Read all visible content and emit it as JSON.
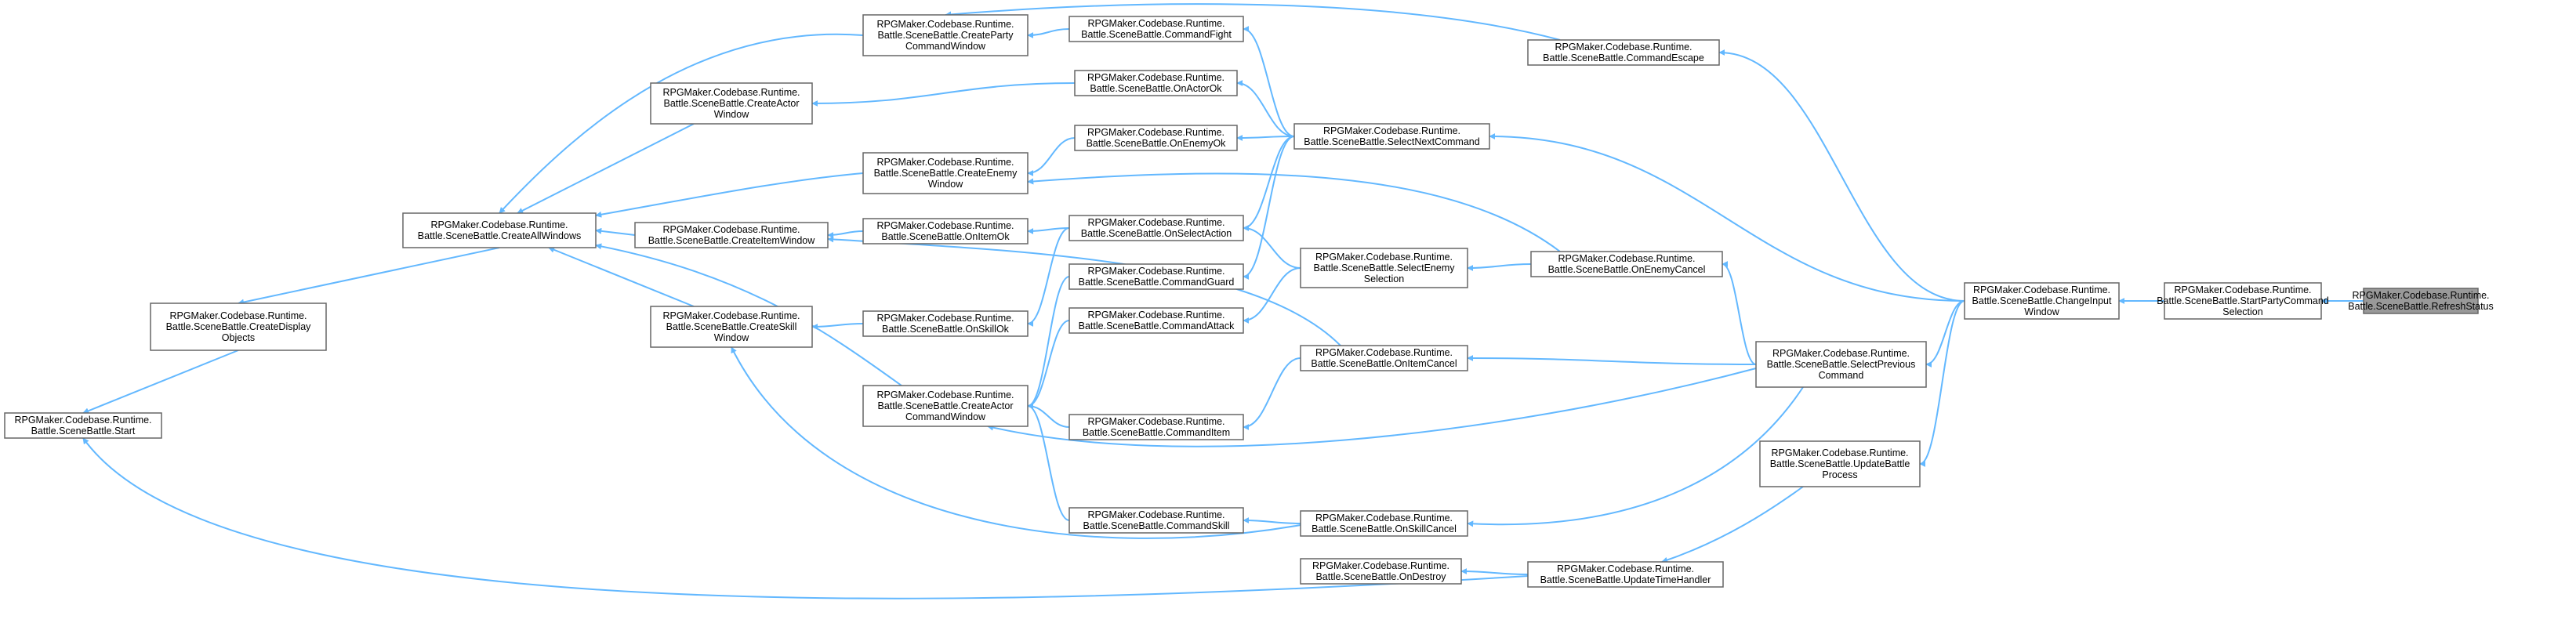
{
  "diagram": {
    "type": "call-graph",
    "colors": {
      "edge": "#63b8ff",
      "node_border": "#666666",
      "root_fill": "#999999",
      "background": "#ffffff"
    },
    "nodes": [
      {
        "id": "refreshStatus",
        "lines": [
          "RPGMaker.Codebase.Runtime.",
          "Battle.SceneBattle.RefreshStatus"
        ],
        "root": true
      },
      {
        "id": "startPartyCommandSelection",
        "lines": [
          "RPGMaker.Codebase.Runtime.",
          "Battle.SceneBattle.StartPartyCommand",
          "Selection"
        ]
      },
      {
        "id": "changeInputWindow",
        "lines": [
          "RPGMaker.Codebase.Runtime.",
          "Battle.SceneBattle.ChangeInput",
          "Window"
        ]
      },
      {
        "id": "commandEscape",
        "lines": [
          "RPGMaker.Codebase.Runtime.",
          "Battle.SceneBattle.CommandEscape"
        ]
      },
      {
        "id": "selectNextCommand",
        "lines": [
          "RPGMaker.Codebase.Runtime.",
          "Battle.SceneBattle.SelectNextCommand"
        ]
      },
      {
        "id": "selectPreviousCommand",
        "lines": [
          "RPGMaker.Codebase.Runtime.",
          "Battle.SceneBattle.SelectPrevious",
          "Command"
        ]
      },
      {
        "id": "updateBattleProcess",
        "lines": [
          "RPGMaker.Codebase.Runtime.",
          "Battle.SceneBattle.UpdateBattle",
          "Process"
        ]
      },
      {
        "id": "onEnemyCancel",
        "lines": [
          "RPGMaker.Codebase.Runtime.",
          "Battle.SceneBattle.OnEnemyCancel"
        ]
      },
      {
        "id": "updateTimeHandler",
        "lines": [
          "RPGMaker.Codebase.Runtime.",
          "Battle.SceneBattle.UpdateTimeHandler"
        ]
      },
      {
        "id": "selectEnemySelection",
        "lines": [
          "RPGMaker.Codebase.Runtime.",
          "Battle.SceneBattle.SelectEnemy",
          "Selection"
        ]
      },
      {
        "id": "onItemCancel",
        "lines": [
          "RPGMaker.Codebase.Runtime.",
          "Battle.SceneBattle.OnItemCancel"
        ]
      },
      {
        "id": "onSkillCancel",
        "lines": [
          "RPGMaker.Codebase.Runtime.",
          "Battle.SceneBattle.OnSkillCancel"
        ]
      },
      {
        "id": "onDestroy",
        "lines": [
          "RPGMaker.Codebase.Runtime.",
          "Battle.SceneBattle.OnDestroy"
        ]
      },
      {
        "id": "commandFight",
        "lines": [
          "RPGMaker.Codebase.Runtime.",
          "Battle.SceneBattle.CommandFight"
        ]
      },
      {
        "id": "onActorOk",
        "lines": [
          "RPGMaker.Codebase.Runtime.",
          "Battle.SceneBattle.OnActorOk"
        ]
      },
      {
        "id": "onEnemyOk",
        "lines": [
          "RPGMaker.Codebase.Runtime.",
          "Battle.SceneBattle.OnEnemyOk"
        ]
      },
      {
        "id": "onSelectAction",
        "lines": [
          "RPGMaker.Codebase.Runtime.",
          "Battle.SceneBattle.OnSelectAction"
        ]
      },
      {
        "id": "commandGuard",
        "lines": [
          "RPGMaker.Codebase.Runtime.",
          "Battle.SceneBattle.CommandGuard"
        ]
      },
      {
        "id": "commandAttack",
        "lines": [
          "RPGMaker.Codebase.Runtime.",
          "Battle.SceneBattle.CommandAttack"
        ]
      },
      {
        "id": "commandItem",
        "lines": [
          "RPGMaker.Codebase.Runtime.",
          "Battle.SceneBattle.CommandItem"
        ]
      },
      {
        "id": "commandSkill",
        "lines": [
          "RPGMaker.Codebase.Runtime.",
          "Battle.SceneBattle.CommandSkill"
        ]
      },
      {
        "id": "createPartyCommandWindow",
        "lines": [
          "RPGMaker.Codebase.Runtime.",
          "Battle.SceneBattle.CreateParty",
          "CommandWindow"
        ]
      },
      {
        "id": "createEnemyWindow",
        "lines": [
          "RPGMaker.Codebase.Runtime.",
          "Battle.SceneBattle.CreateEnemy",
          "Window"
        ]
      },
      {
        "id": "onItemOk",
        "lines": [
          "RPGMaker.Codebase.Runtime.",
          "Battle.SceneBattle.OnItemOk"
        ]
      },
      {
        "id": "onSkillOk",
        "lines": [
          "RPGMaker.Codebase.Runtime.",
          "Battle.SceneBattle.OnSkillOk"
        ]
      },
      {
        "id": "createActorCommandWindow",
        "lines": [
          "RPGMaker.Codebase.Runtime.",
          "Battle.SceneBattle.CreateActor",
          "CommandWindow"
        ]
      },
      {
        "id": "createActorWindow",
        "lines": [
          "RPGMaker.Codebase.Runtime.",
          "Battle.SceneBattle.CreateActor",
          "Window"
        ]
      },
      {
        "id": "createItemWindow",
        "lines": [
          "RPGMaker.Codebase.Runtime.",
          "Battle.SceneBattle.CreateItemWindow"
        ]
      },
      {
        "id": "createSkillWindow",
        "lines": [
          "RPGMaker.Codebase.Runtime.",
          "Battle.SceneBattle.CreateSkill",
          "Window"
        ]
      },
      {
        "id": "createAllWindows",
        "lines": [
          "RPGMaker.Codebase.Runtime.",
          "Battle.SceneBattle.CreateAllWindows"
        ]
      },
      {
        "id": "createDisplayObjects",
        "lines": [
          "RPGMaker.Codebase.Runtime.",
          "Battle.SceneBattle.CreateDisplay",
          "Objects"
        ]
      },
      {
        "id": "start",
        "lines": [
          "RPGMaker.Codebase.Runtime.",
          "Battle.SceneBattle.Start"
        ]
      }
    ],
    "edges": [
      {
        "from": "startPartyCommandSelection",
        "to": "refreshStatus"
      },
      {
        "from": "changeInputWindow",
        "to": "startPartyCommandSelection"
      },
      {
        "from": "commandEscape",
        "to": "changeInputWindow"
      },
      {
        "from": "selectNextCommand",
        "to": "changeInputWindow"
      },
      {
        "from": "selectPreviousCommand",
        "to": "changeInputWindow"
      },
      {
        "from": "updateBattleProcess",
        "to": "changeInputWindow"
      },
      {
        "from": "createPartyCommandWindow",
        "to": "commandEscape"
      },
      {
        "from": "commandFight",
        "to": "selectNextCommand"
      },
      {
        "from": "onActorOk",
        "to": "selectNextCommand"
      },
      {
        "from": "onEnemyOk",
        "to": "selectNextCommand"
      },
      {
        "from": "onSelectAction",
        "to": "selectNextCommand"
      },
      {
        "from": "commandGuard",
        "to": "selectNextCommand"
      },
      {
        "from": "onEnemyCancel",
        "to": "selectPreviousCommand"
      },
      {
        "from": "onItemCancel",
        "to": "selectPreviousCommand"
      },
      {
        "from": "onSkillCancel",
        "to": "selectPreviousCommand"
      },
      {
        "from": "createActorCommandWindow",
        "to": "selectPreviousCommand"
      },
      {
        "from": "updateTimeHandler",
        "to": "updateBattleProcess"
      },
      {
        "from": "createEnemyWindow",
        "to": "onEnemyCancel"
      },
      {
        "from": "selectEnemySelection",
        "to": "onEnemyCancel"
      },
      {
        "from": "onSelectAction",
        "to": "selectEnemySelection"
      },
      {
        "from": "commandAttack",
        "to": "selectEnemySelection"
      },
      {
        "from": "createItemWindow",
        "to": "onItemCancel"
      },
      {
        "from": "commandItem",
        "to": "onItemCancel"
      },
      {
        "from": "createSkillWindow",
        "to": "onSkillCancel"
      },
      {
        "from": "commandSkill",
        "to": "onSkillCancel"
      },
      {
        "from": "onDestroy",
        "to": "updateTimeHandler"
      },
      {
        "from": "start",
        "to": "updateTimeHandler"
      },
      {
        "from": "createPartyCommandWindow",
        "to": "commandFight"
      },
      {
        "from": "createActorWindow",
        "to": "onActorOk"
      },
      {
        "from": "createEnemyWindow",
        "to": "onEnemyOk"
      },
      {
        "from": "onItemOk",
        "to": "onSelectAction"
      },
      {
        "from": "onSkillOk",
        "to": "onSelectAction"
      },
      {
        "from": "createActorCommandWindow",
        "to": "commandGuard"
      },
      {
        "from": "createActorCommandWindow",
        "to": "commandAttack"
      },
      {
        "from": "createActorCommandWindow",
        "to": "commandItem"
      },
      {
        "from": "createActorCommandWindow",
        "to": "commandSkill"
      },
      {
        "from": "createAllWindows",
        "to": "createPartyCommandWindow"
      },
      {
        "from": "createAllWindows",
        "to": "createEnemyWindow"
      },
      {
        "from": "createItemWindow",
        "to": "onItemOk"
      },
      {
        "from": "createSkillWindow",
        "to": "onSkillOk"
      },
      {
        "from": "createAllWindows",
        "to": "createActorCommandWindow"
      },
      {
        "from": "createAllWindows",
        "to": "createActorWindow"
      },
      {
        "from": "createAllWindows",
        "to": "createItemWindow"
      },
      {
        "from": "createAllWindows",
        "to": "createSkillWindow"
      },
      {
        "from": "createDisplayObjects",
        "to": "createAllWindows"
      },
      {
        "from": "start",
        "to": "createDisplayObjects"
      }
    ]
  }
}
